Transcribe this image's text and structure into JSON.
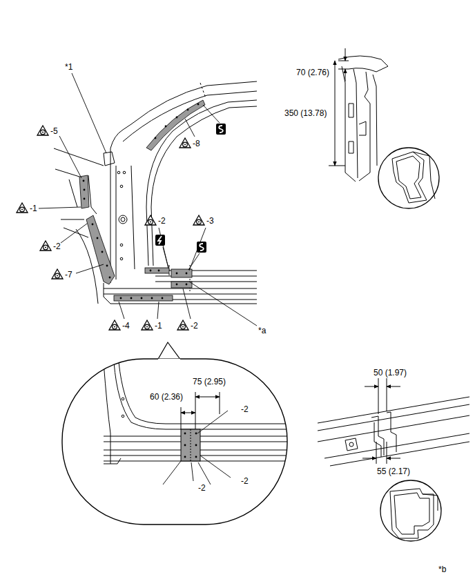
{
  "diagram": {
    "labels": [
      "*1",
      "-5",
      "-1",
      "-2",
      "-7",
      "-2",
      "-3",
      "-8",
      "-4",
      "-1",
      "-2",
      "*a",
      "70 (2.76)",
      "350 (13.78)",
      "75 (2.95)",
      "60 (2.36)",
      "-2",
      "-2",
      "-2",
      "50 (1.97)",
      "55 (2.17)",
      "*b"
    ]
  }
}
